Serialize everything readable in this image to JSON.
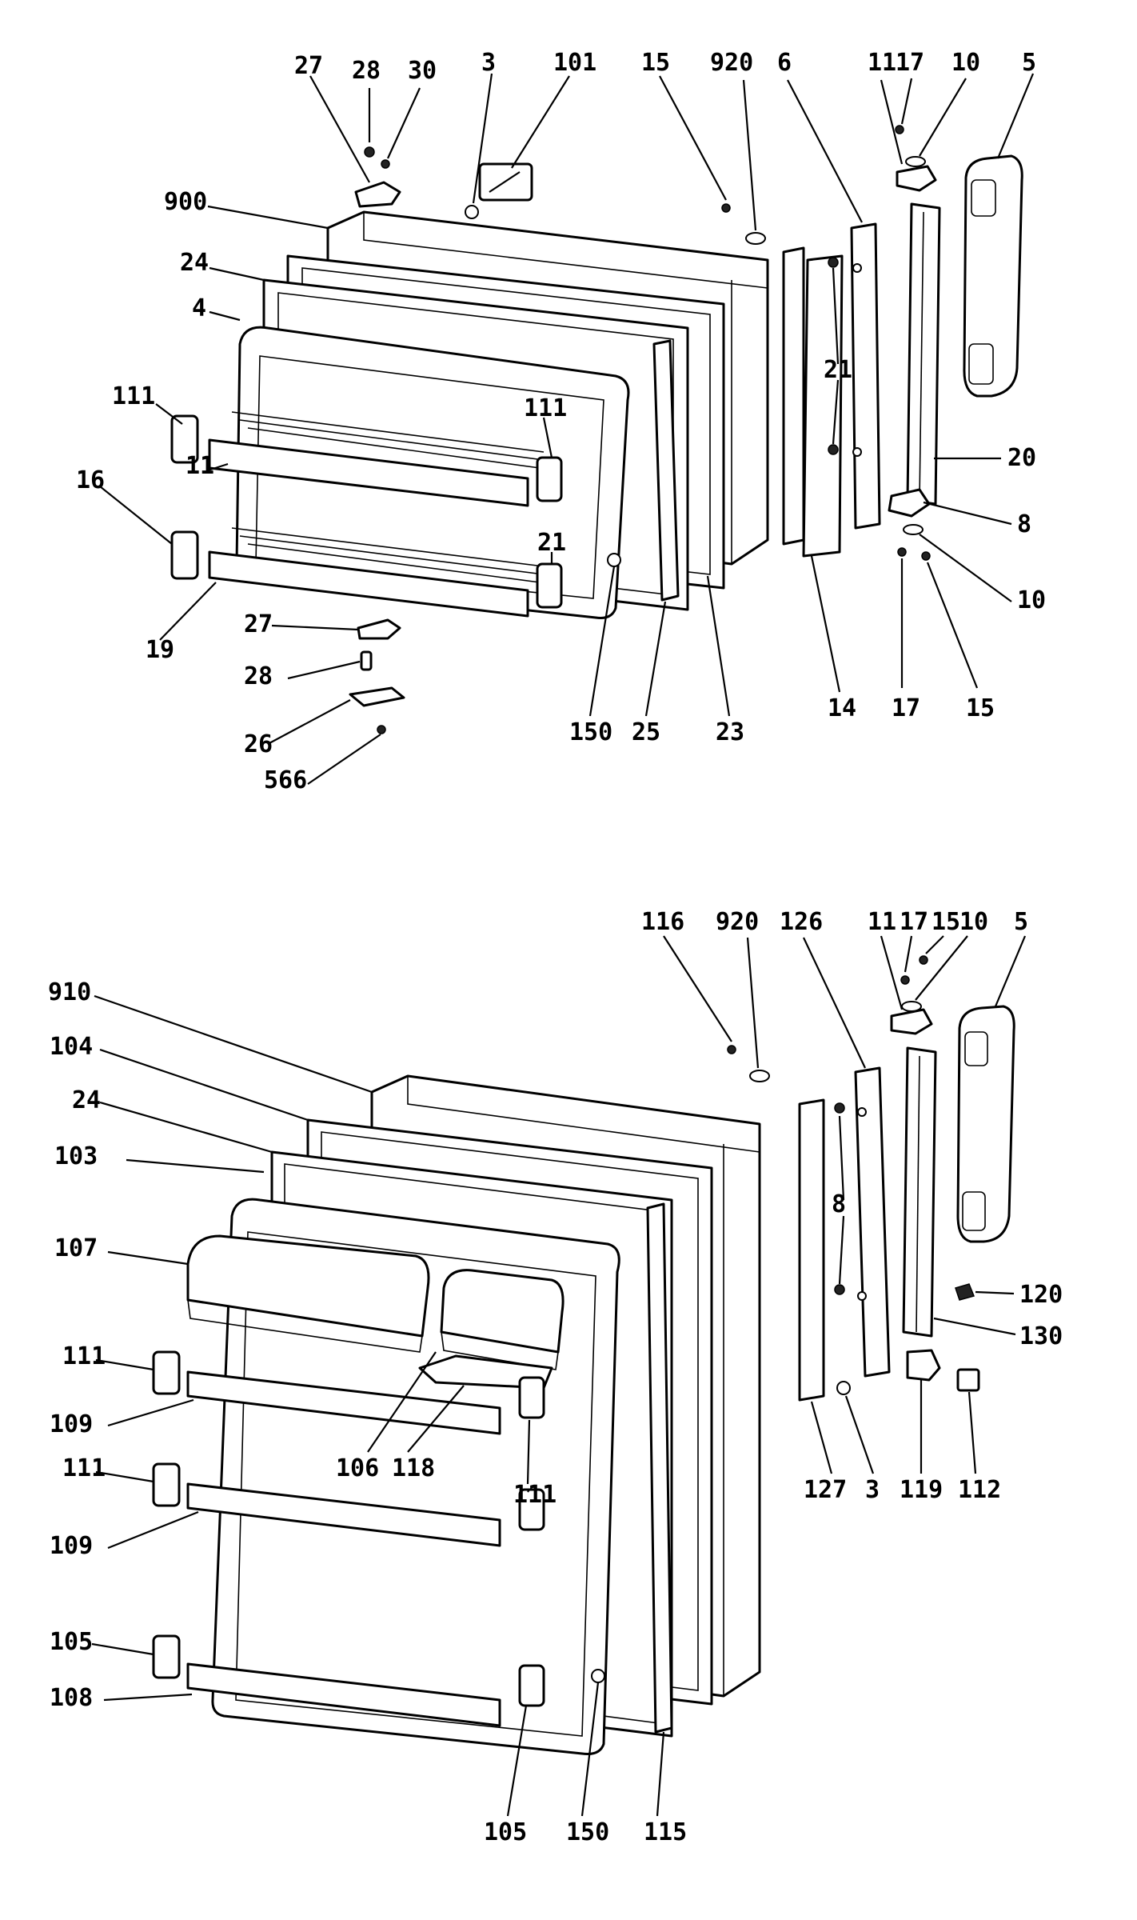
{
  "colors": {
    "ink": "#000000",
    "paper": "#ffffff"
  },
  "freezer_door_callouts": [
    "27",
    "28",
    "30",
    "3",
    "101",
    "15",
    "920",
    "6",
    "11",
    "17",
    "10",
    "5",
    "900",
    "24",
    "4",
    "111",
    "111",
    "21",
    "20",
    "8",
    "16",
    "11",
    "21",
    "10",
    "19",
    "27",
    "28",
    "26",
    "566",
    "150",
    "25",
    "23",
    "14",
    "17",
    "15"
  ],
  "fresh_food_door_callouts": [
    "116",
    "920",
    "126",
    "11",
    "17",
    "15",
    "10",
    "5",
    "910",
    "104",
    "24",
    "103",
    "107",
    "8",
    "120",
    "130",
    "111",
    "109",
    "106",
    "118",
    "127",
    "3",
    "119",
    "112",
    "111",
    "111",
    "109",
    "105",
    "108",
    "150",
    "105",
    "115"
  ]
}
